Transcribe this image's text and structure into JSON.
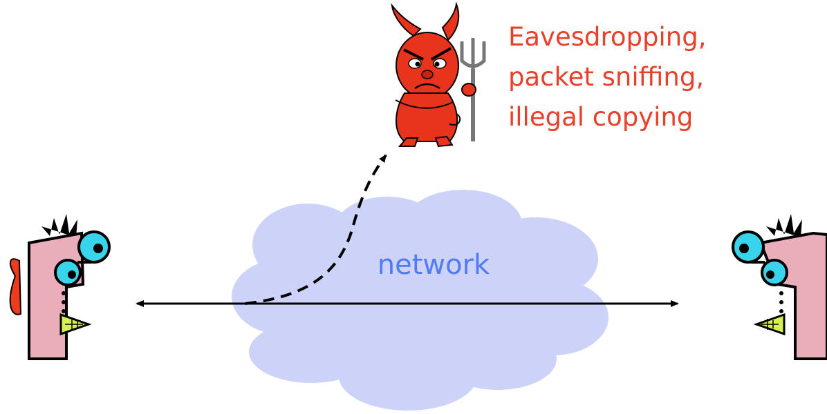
{
  "network": {
    "label": "network",
    "cloud_color": "#cdd2f8",
    "label_color": "#4f7cf4"
  },
  "attacker": {
    "caption_lines": [
      "Eavesdropping,",
      "packet sniffing,",
      "illegal copying"
    ],
    "caption_color": "#e8402a",
    "body_color": "#e8341c",
    "icon": "devil-icon"
  },
  "endpoints": {
    "left_icon": "person-left-icon",
    "right_icon": "person-right-icon",
    "face_color": "#e9aeb9",
    "eye_color": "#38d4ec",
    "ear_color": "#ee3b1c",
    "mouth_color": "#d8f050"
  },
  "connections": {
    "main_link": "double-arrow",
    "intercept_path": "dashed-arrow",
    "line_color": "#000000"
  }
}
